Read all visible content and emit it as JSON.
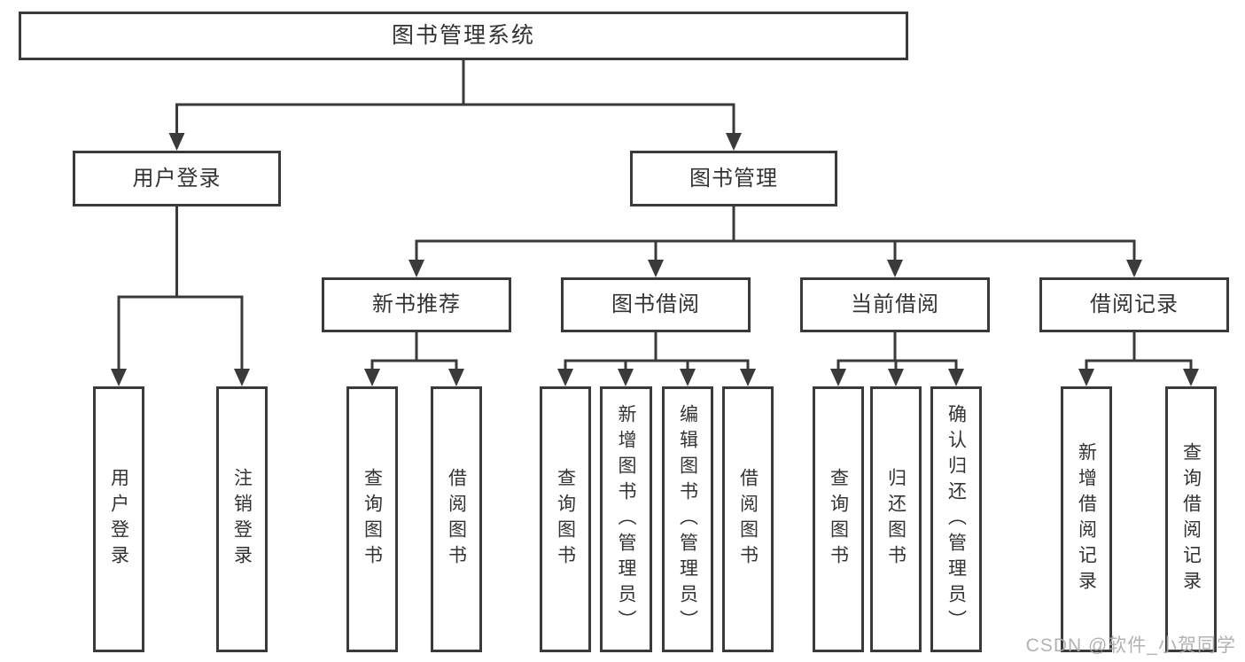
{
  "colors": {
    "background": "#ffffff",
    "line": "#3a3a3a",
    "box_border": "#3a3a3a",
    "text": "#333333",
    "watermark": "#aaaaaa"
  },
  "watermark": {
    "text": "CSDN @软件_小贺同学"
  },
  "tree": {
    "root": "图书管理系统",
    "children": [
      {
        "label": "用户登录",
        "children": [
          "用户登录",
          "注销登录"
        ]
      },
      {
        "label": "图书管理",
        "children": [
          {
            "label": "新书推荐",
            "children": [
              "查询图书",
              "借阅图书"
            ]
          },
          {
            "label": "图书借阅",
            "children": [
              "查询图书",
              "新增图书（管理员）",
              "编辑图书（管理员）",
              "借阅图书"
            ]
          },
          {
            "label": "当前借阅",
            "children": [
              "查询图书",
              "归还图书",
              "确认归还（管理员）"
            ]
          },
          {
            "label": "借阅记录",
            "children": [
              "新增借阅记录",
              "查询借阅记录"
            ]
          }
        ]
      }
    ]
  }
}
